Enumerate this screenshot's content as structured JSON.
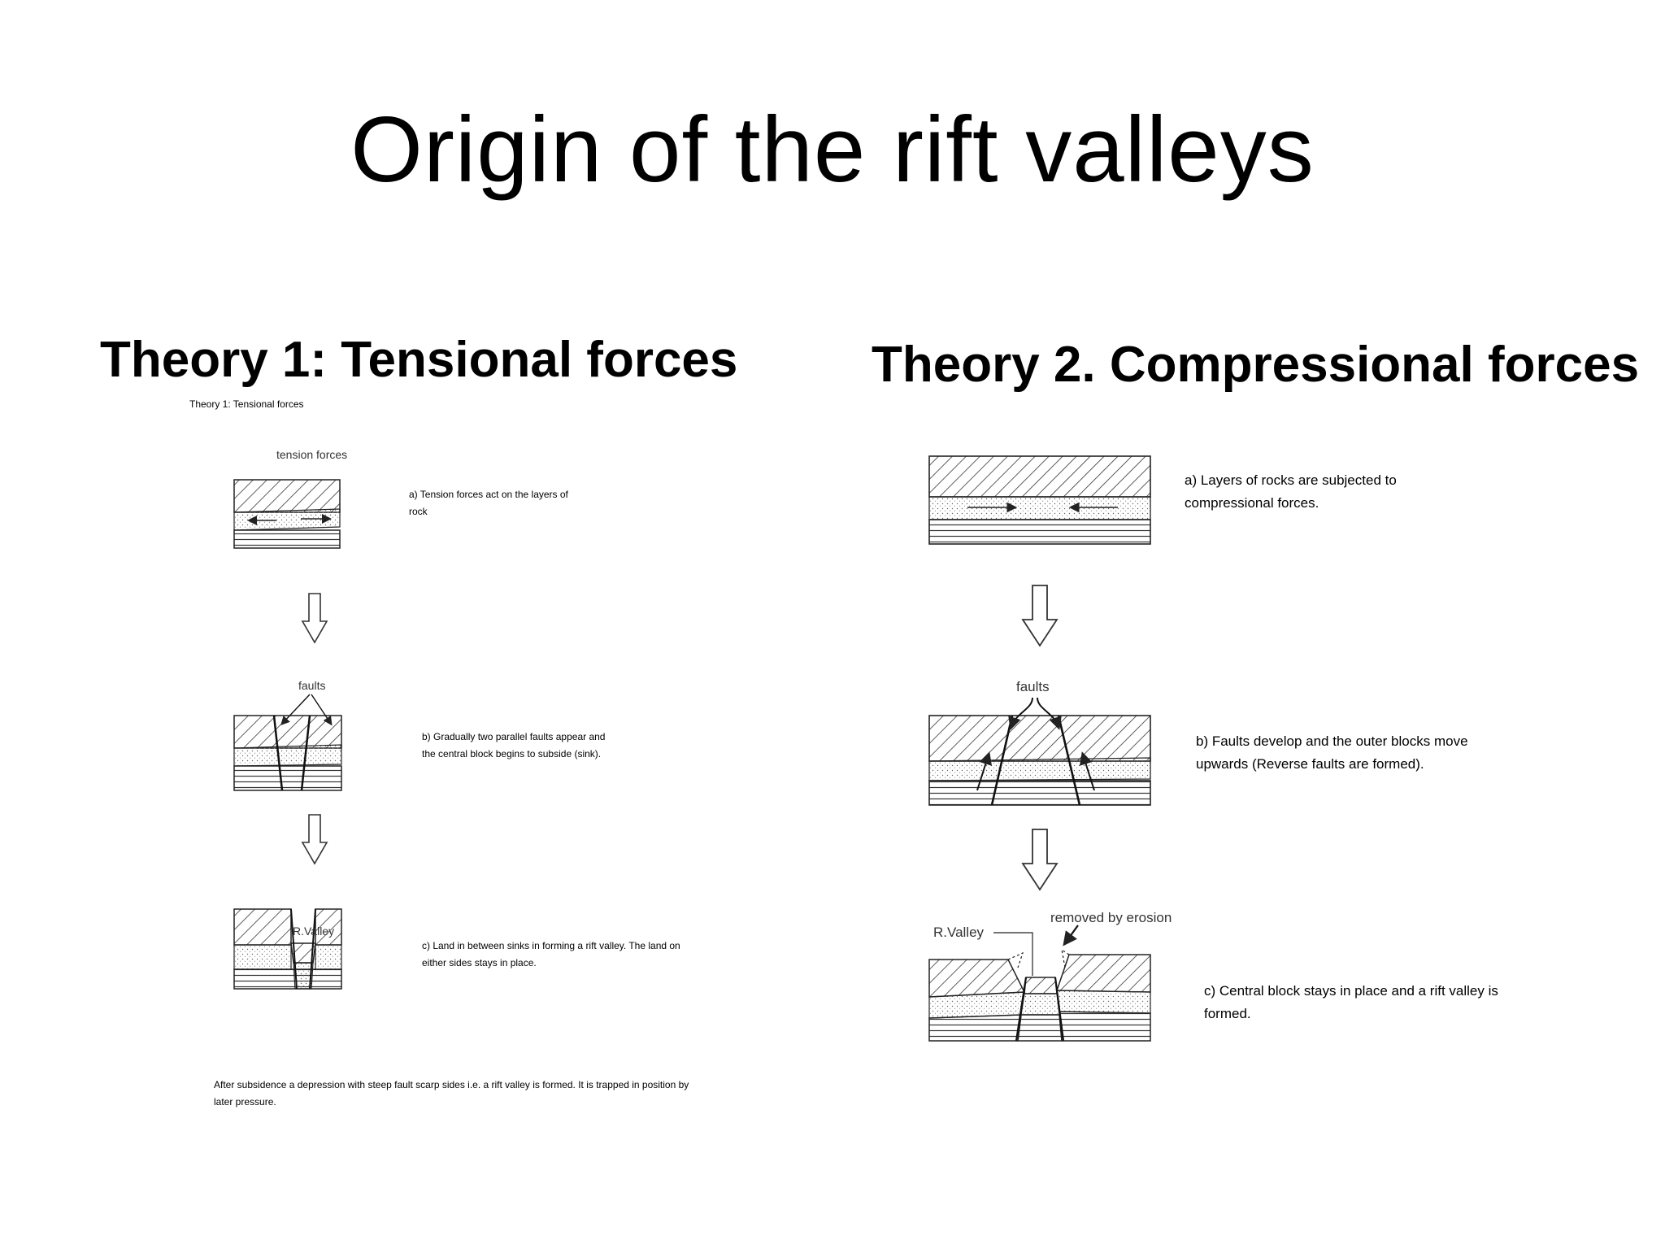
{
  "slide": {
    "title": "Origin of the rift valleys"
  },
  "theory1": {
    "heading": "Theory 1: Tensional forces",
    "subheading_small": "Theory 1: Tensional forces",
    "diagram_labels": {
      "tension": "tension forces",
      "faults": "faults",
      "valley": "R.Valley"
    },
    "captions": [
      "a) Tension forces act on the layers of rock",
      "b) Gradually two parallel faults appear and the central block begins to subside (sink).",
      "c) Land in between sinks in forming a rift valley. The land on either sides stays in place."
    ],
    "footnote": "After subsidence a depression with steep fault scarp sides i.e. a rift valley is formed. It is trapped in position by later pressure."
  },
  "theory2": {
    "heading": "Theory 2. Compressional forces",
    "diagram_labels": {
      "faults": "faults",
      "valley": "R.Valley",
      "erosion": "removed by erosion"
    },
    "captions": [
      "a) Layers of rocks are subjected to compressional forces.",
      "b) Faults develop and the outer blocks move upwards (Reverse faults are formed).",
      "c) Central block stays in place and a rift valley is formed."
    ]
  }
}
